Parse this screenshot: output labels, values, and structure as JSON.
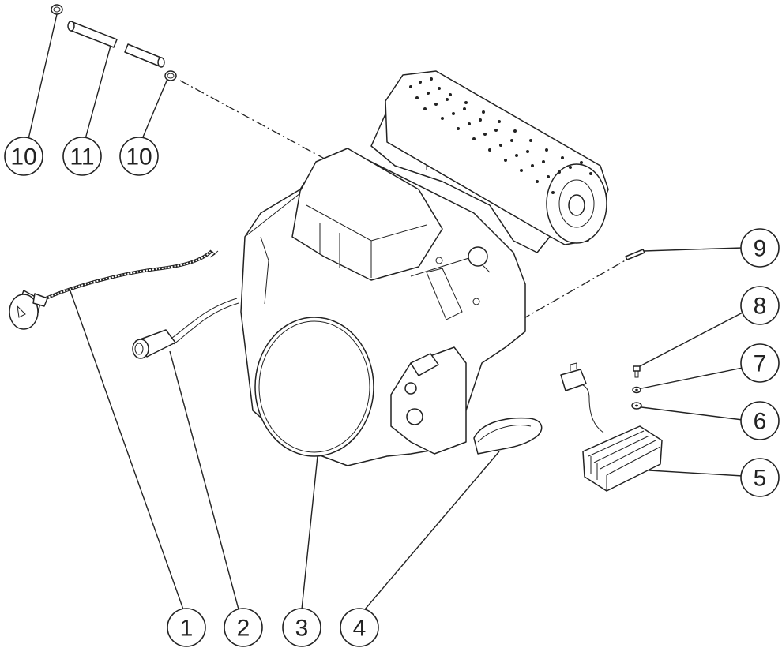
{
  "callouts": [
    {
      "id": "c1",
      "label": "1"
    },
    {
      "id": "c2",
      "label": "2"
    },
    {
      "id": "c3",
      "label": "3"
    },
    {
      "id": "c4",
      "label": "4"
    },
    {
      "id": "c5",
      "label": "5"
    },
    {
      "id": "c6",
      "label": "6"
    },
    {
      "id": "c7",
      "label": "7"
    },
    {
      "id": "c8",
      "label": "8"
    },
    {
      "id": "c9",
      "label": "9"
    },
    {
      "id": "c10a",
      "label": "10"
    },
    {
      "id": "c11",
      "label": "11"
    },
    {
      "id": "c10b",
      "label": "10"
    }
  ],
  "parts": [
    {
      "name": "choke-cable"
    },
    {
      "name": "fuel-line-connector"
    },
    {
      "name": "engine"
    },
    {
      "name": "muffler-pipe"
    },
    {
      "name": "voltage-regulator"
    },
    {
      "name": "washer"
    },
    {
      "name": "lock-washer"
    },
    {
      "name": "screw"
    },
    {
      "name": "pin"
    },
    {
      "name": "hose-clamp"
    },
    {
      "name": "fuel-hose"
    }
  ],
  "colors": {
    "line": "#222222",
    "background": "#ffffff"
  }
}
